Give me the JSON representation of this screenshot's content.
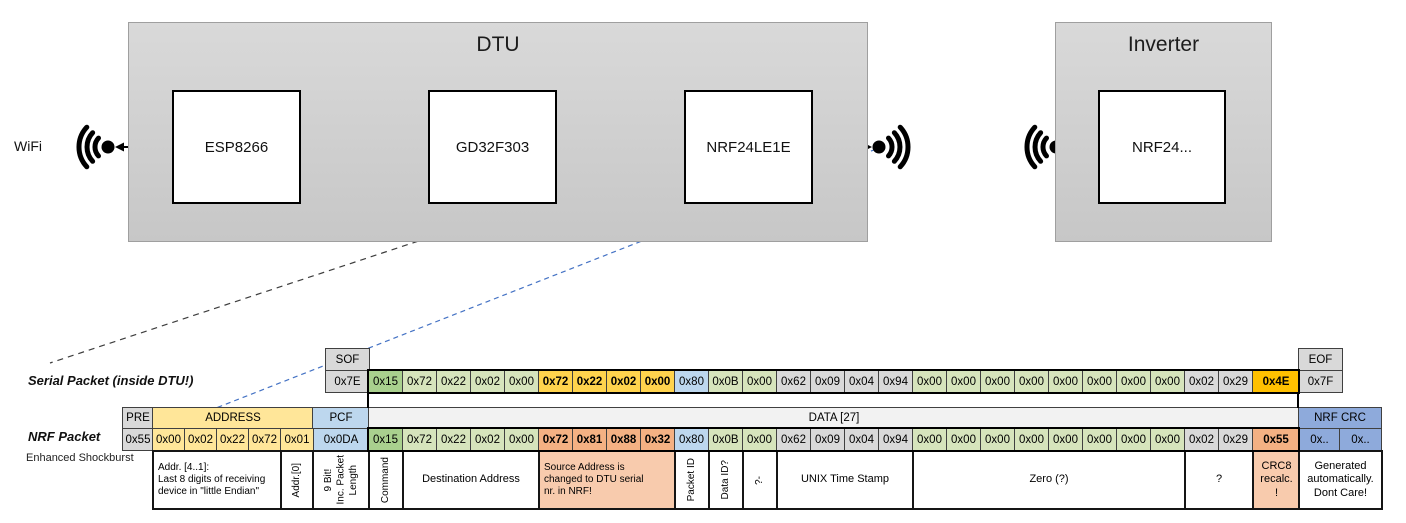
{
  "palette": {
    "gray": "#D9D9D9",
    "light_gray": "#F2F2F2",
    "green": "#D6E4BC",
    "dark_green": "#A9D08E",
    "yellow": "#FFE699",
    "gold": "#FFD34D",
    "amber": "#FFC000",
    "salmon": "#F4B183",
    "salmon_light": "#F8CBAD",
    "blue": "#BDD7EE",
    "crc_blue": "#8EAADB",
    "border": "#404040"
  },
  "diagram": {
    "wifi_label": "WiFi",
    "dtu_title": "DTU",
    "inverter_title": "Inverter",
    "components": {
      "esp": "ESP8266",
      "gd32": "GD32F303",
      "nrf_dtu": "NRF24LE1E",
      "nrf_inverter": "NRF24..."
    },
    "colors": {
      "uart_tx_arrow": "#ED7D31",
      "uart_rx_arrow": "#70AD47",
      "rf_link_line": "#4472C4"
    }
  },
  "serial_packet": {
    "label": "Serial Packet (inside DTU!)",
    "sof_header": "SOF",
    "sof_value": "0x7E",
    "eof_header": "EOF",
    "eof_value": "0x7F",
    "data_bytes": [
      {
        "v": "0x15",
        "c": "dgreen"
      },
      {
        "v": "0x72",
        "c": "green"
      },
      {
        "v": "0x22",
        "c": "green"
      },
      {
        "v": "0x02",
        "c": "green"
      },
      {
        "v": "0x00",
        "c": "green"
      },
      {
        "v": "0x72",
        "c": "gold"
      },
      {
        "v": "0x22",
        "c": "gold"
      },
      {
        "v": "0x02",
        "c": "gold"
      },
      {
        "v": "0x00",
        "c": "gold"
      },
      {
        "v": "0x80",
        "c": "blue"
      },
      {
        "v": "0x0B",
        "c": "green"
      },
      {
        "v": "0x00",
        "c": "green"
      },
      {
        "v": "0x62",
        "c": "gray"
      },
      {
        "v": "0x09",
        "c": "gray"
      },
      {
        "v": "0x04",
        "c": "gray"
      },
      {
        "v": "0x94",
        "c": "gray"
      },
      {
        "v": "0x00",
        "c": "green"
      },
      {
        "v": "0x00",
        "c": "green"
      },
      {
        "v": "0x00",
        "c": "green"
      },
      {
        "v": "0x00",
        "c": "green"
      },
      {
        "v": "0x00",
        "c": "green"
      },
      {
        "v": "0x00",
        "c": "green"
      },
      {
        "v": "0x00",
        "c": "green"
      },
      {
        "v": "0x00",
        "c": "green"
      },
      {
        "v": "0x02",
        "c": "gray"
      },
      {
        "v": "0x29",
        "c": "gray"
      },
      {
        "v": "0x4E",
        "c": "amber"
      }
    ]
  },
  "nrf_packet": {
    "label": "NRF Packet",
    "sublabel": "Enhanced Shockburst",
    "headers": {
      "pre": "PRE",
      "address": "ADDRESS",
      "pcf": "PCF",
      "data": "DATA [27]",
      "crc": "NRF CRC"
    },
    "pre_value": "0x55",
    "address_bytes": [
      "0x00",
      "0x02",
      "0x22",
      "0x72",
      "0x01"
    ],
    "pcf_value": "0x0DA",
    "data_bytes": [
      {
        "v": "0x15",
        "c": "dgreen"
      },
      {
        "v": "0x72",
        "c": "green"
      },
      {
        "v": "0x22",
        "c": "green"
      },
      {
        "v": "0x02",
        "c": "green"
      },
      {
        "v": "0x00",
        "c": "green"
      },
      {
        "v": "0x72",
        "c": "salmon"
      },
      {
        "v": "0x81",
        "c": "salmon"
      },
      {
        "v": "0x88",
        "c": "salmon"
      },
      {
        "v": "0x32",
        "c": "salmon"
      },
      {
        "v": "0x80",
        "c": "blue"
      },
      {
        "v": "0x0B",
        "c": "green"
      },
      {
        "v": "0x00",
        "c": "green"
      },
      {
        "v": "0x62",
        "c": "gray"
      },
      {
        "v": "0x09",
        "c": "gray"
      },
      {
        "v": "0x04",
        "c": "gray"
      },
      {
        "v": "0x94",
        "c": "gray"
      },
      {
        "v": "0x00",
        "c": "green"
      },
      {
        "v": "0x00",
        "c": "green"
      },
      {
        "v": "0x00",
        "c": "green"
      },
      {
        "v": "0x00",
        "c": "green"
      },
      {
        "v": "0x00",
        "c": "green"
      },
      {
        "v": "0x00",
        "c": "green"
      },
      {
        "v": "0x00",
        "c": "green"
      },
      {
        "v": "0x00",
        "c": "green"
      },
      {
        "v": "0x02",
        "c": "gray"
      },
      {
        "v": "0x29",
        "c": "gray"
      },
      {
        "v": "0x55",
        "c": "salmon"
      }
    ],
    "crc_bytes": [
      "0x..",
      "0x.."
    ],
    "annotations": [
      {
        "text": "Addr. [4..1]:\nLast 8 digits of receiving\ndevice in \"little Endian\"",
        "area": "addr",
        "from": 0,
        "to": 3,
        "align": "left"
      },
      {
        "text": "Addr.[0]",
        "area": "addr",
        "from": 4,
        "to": 4,
        "vertical": true
      },
      {
        "text": "9 Bit!\nInc. Packet\nLength",
        "area": "pcf",
        "vertical": true
      },
      {
        "text": "Command",
        "area": "data",
        "from": 0,
        "to": 0,
        "vertical": true
      },
      {
        "text": "Destination Address",
        "area": "data",
        "from": 1,
        "to": 4
      },
      {
        "text": "Source Address is\nchanged to DTU serial\nnr. in NRF!",
        "area": "data",
        "from": 5,
        "to": 8,
        "salmon": true,
        "align": "left"
      },
      {
        "text": "Packet ID",
        "area": "data",
        "from": 9,
        "to": 9,
        "vertical": true
      },
      {
        "text": "Data ID?",
        "area": "data",
        "from": 10,
        "to": 10,
        "vertical": true
      },
      {
        "text": "?-",
        "area": "data",
        "from": 11,
        "to": 11,
        "vertical": true
      },
      {
        "text": "UNIX Time Stamp",
        "area": "data",
        "from": 12,
        "to": 15
      },
      {
        "text": "Zero (?)",
        "area": "data",
        "from": 16,
        "to": 23
      },
      {
        "text": "?",
        "area": "data",
        "from": 24,
        "to": 25
      },
      {
        "text": "CRC8\nrecalc.\n!",
        "area": "crc8",
        "salmon": true
      },
      {
        "text": "Generated\nautomatically.\nDont Care!",
        "area": "tail"
      }
    ]
  }
}
